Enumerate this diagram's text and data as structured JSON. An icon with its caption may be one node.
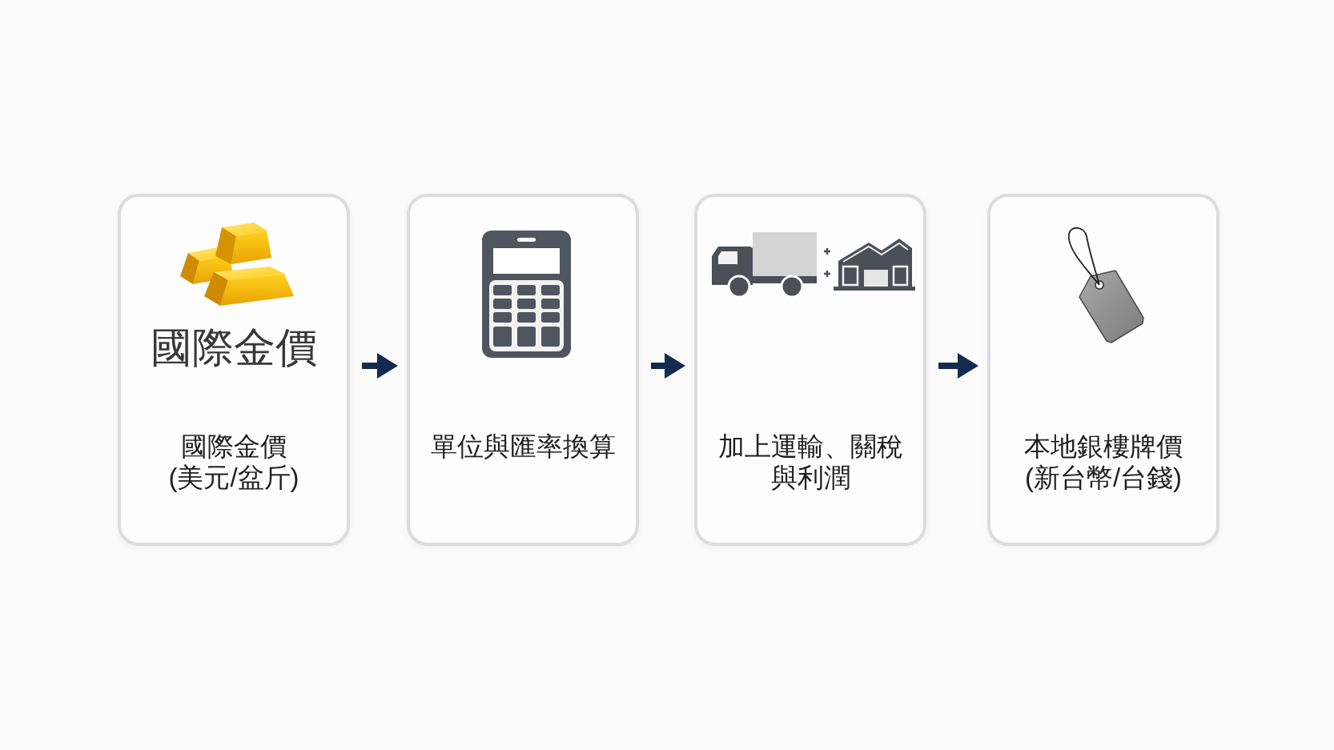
{
  "diagram": {
    "nodes": [
      {
        "text": [
          "國際金價",
          "國際金價(美元/盆斤)"
        ]
      },
      {
        "text": [
          "單位與匯率換算"
        ]
      },
      {
        "text": [
          "加上運輸、關稅與利潤"
        ]
      },
      {
        "text": [
          "本地銀樓牌價(新台幣/台錢)"
        ]
      }
    ],
    "edges": [
      {
        "from": 0,
        "to": 1,
        "arrow": "to"
      },
      {
        "from": 1,
        "to": 2,
        "arrow": "to"
      },
      {
        "from": 2,
        "to": 3,
        "arrow": "to"
      }
    ]
  }
}
